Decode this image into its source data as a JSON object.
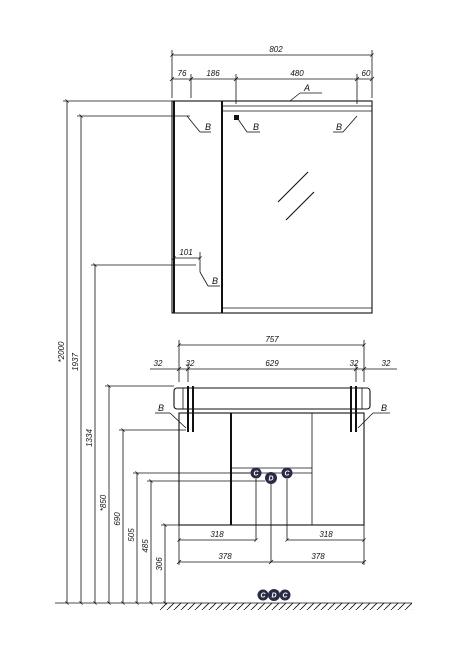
{
  "dimensions": {
    "total_width": "802",
    "left_offset": "76",
    "cabinet_width": "186",
    "mirror_width": "480",
    "right_offset": "60",
    "shelf_depth": "101",
    "vanity_width": "757",
    "end_left_outer": "32",
    "end_left_inner": "32",
    "rail_span": "629",
    "end_right_inner": "32",
    "end_right_outer": "32",
    "half_left_inner": "318",
    "half_right_inner": "318",
    "half_left_outer": "378",
    "half_right_outer": "378",
    "height_total": "*2000",
    "height_top": "1937",
    "height_shelf": "1334",
    "height_counter": "*850",
    "height_690": "690",
    "height_505": "505",
    "height_485": "485",
    "height_306": "306"
  },
  "labels": {
    "a": "A",
    "b": "B",
    "c": "C",
    "d": "D"
  }
}
